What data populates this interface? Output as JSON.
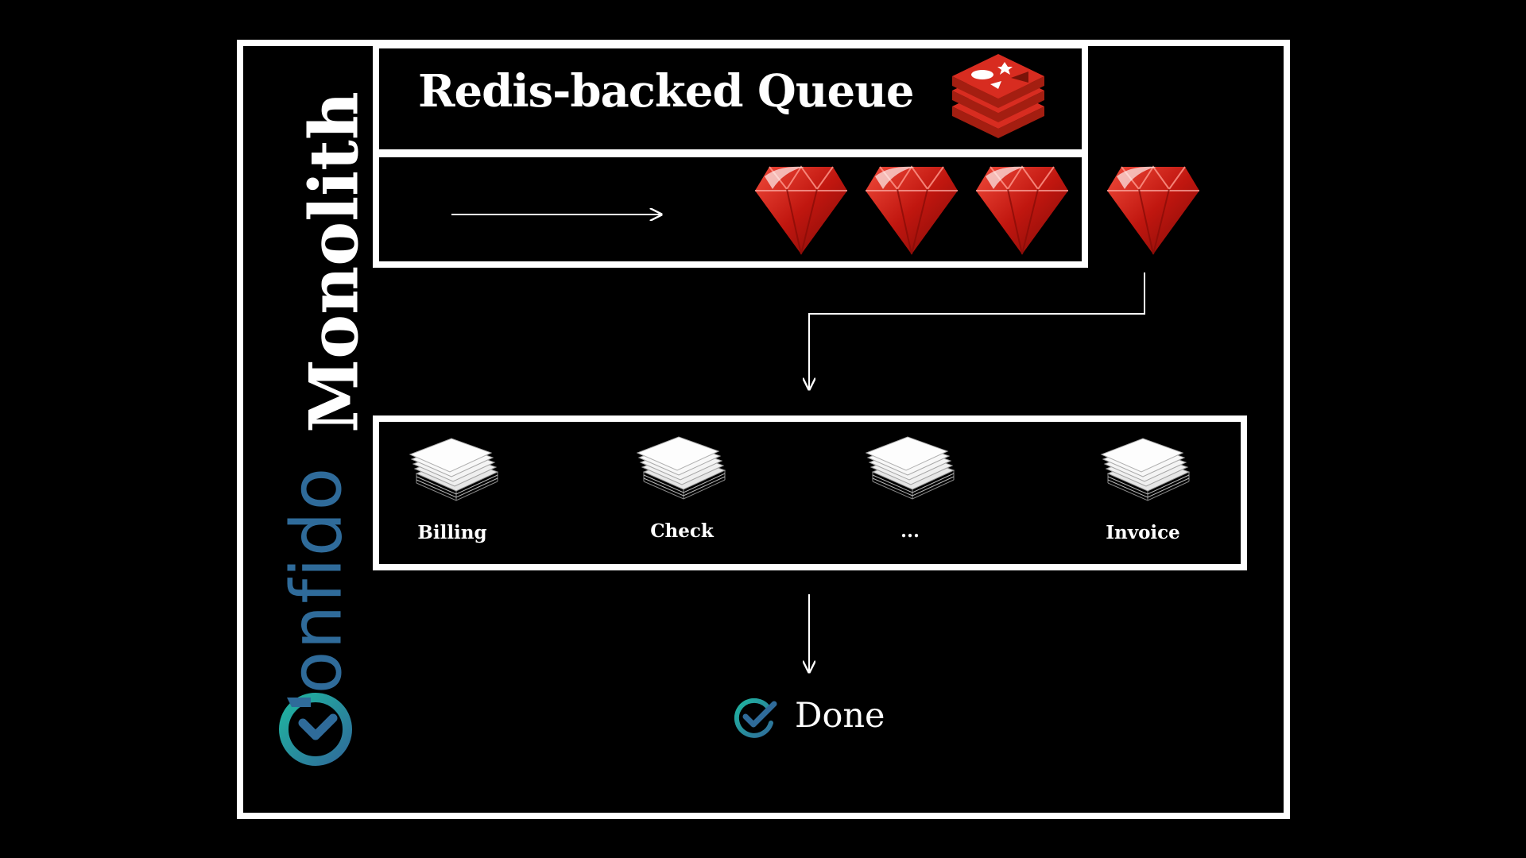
{
  "diagram": {
    "frame_label": "Monolith",
    "logo_text": "onfido",
    "queue": {
      "title": "Redis-backed Queue",
      "redis_icon": "redis-logo-icon",
      "job_icon": "ruby-gem-icon"
    },
    "workers": [
      {
        "label": "Billing",
        "icon": "document-stack-icon"
      },
      {
        "label": "Check",
        "icon": "document-stack-icon"
      },
      {
        "label": "...",
        "icon": "document-stack-icon"
      },
      {
        "label": "Invoice",
        "icon": "document-stack-icon"
      }
    ],
    "result": {
      "label": "Done",
      "icon": "check-circle-icon"
    },
    "colors": {
      "background": "#000000",
      "stroke": "#ffffff",
      "ruby": "#c0160f",
      "redis": "#d82c20",
      "onfido_blue": "#2f6b9a",
      "onfido_teal": "#1fb5a0"
    }
  }
}
